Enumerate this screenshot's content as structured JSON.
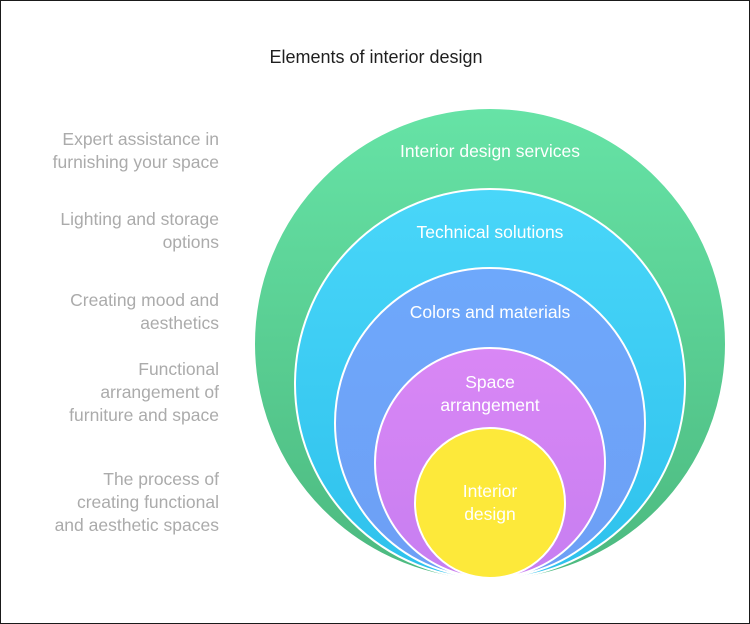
{
  "title": "Elements of interior design",
  "colors": {
    "outer": [
      "#66e3a6",
      "#4cb97f"
    ],
    "technical": [
      "#49d6f9",
      "#2ec1ec"
    ],
    "colors_materials": [
      "#6ea8fb",
      "#6d9ff5"
    ],
    "space": [
      "#d987f5",
      "#c77ef1"
    ],
    "core": [
      "#fde93a",
      "#fde93a"
    ],
    "stroke": "#ffffff"
  },
  "layers": [
    {
      "label": "Interior design services",
      "description": "Expert assistance in\nfurnishing your space"
    },
    {
      "label": "Technical solutions",
      "description": "Lighting and storage\noptions"
    },
    {
      "label": "Colors and materials",
      "description": "Creating mood and\naesthetics"
    },
    {
      "label": "Space\narrangement",
      "description": "Functional\narrangement of\nfurniture and space"
    },
    {
      "label": "Interior\ndesign",
      "description": "The process of\ncreating functional\nand aesthetic spaces"
    }
  ]
}
